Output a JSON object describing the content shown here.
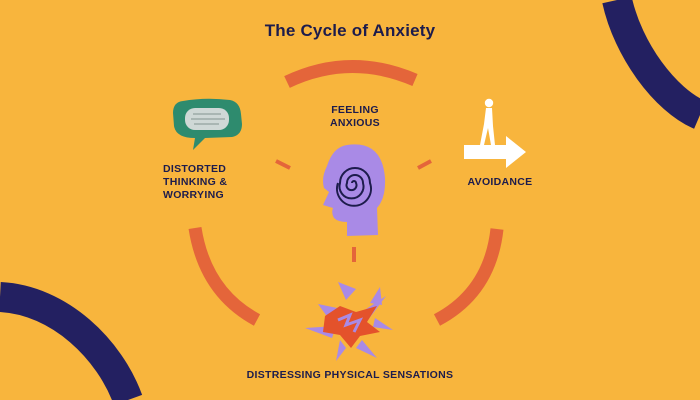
{
  "title": "The Cycle of Anxiety",
  "nodes": {
    "feeling_anxious": [
      "FEELING",
      "ANXIOUS"
    ],
    "distorted_thinking": [
      "DISTORTED",
      "THINKING &",
      "WORRYING"
    ],
    "avoidance": "AVOIDANCE",
    "physical_sensations": "DISTRESSING PHYSICAL SENSATIONS"
  },
  "colors": {
    "background": "#f8b53d",
    "title_text": "#1d1c4c",
    "arc": "#e4653a",
    "head": "#a98ae6",
    "swirl": "#1d1c4c",
    "bubble": "#2e8b6e",
    "corner_arc": "#232061",
    "burst_orange": "#e4522b",
    "burst_purple": "#a98ae6"
  },
  "icons": {
    "feeling_anxious": "head-swirl-icon",
    "distorted_thinking": "thought-bubble-icon",
    "avoidance": "walking-person-arrow-icon",
    "physical_sensations": "burst-icon"
  }
}
